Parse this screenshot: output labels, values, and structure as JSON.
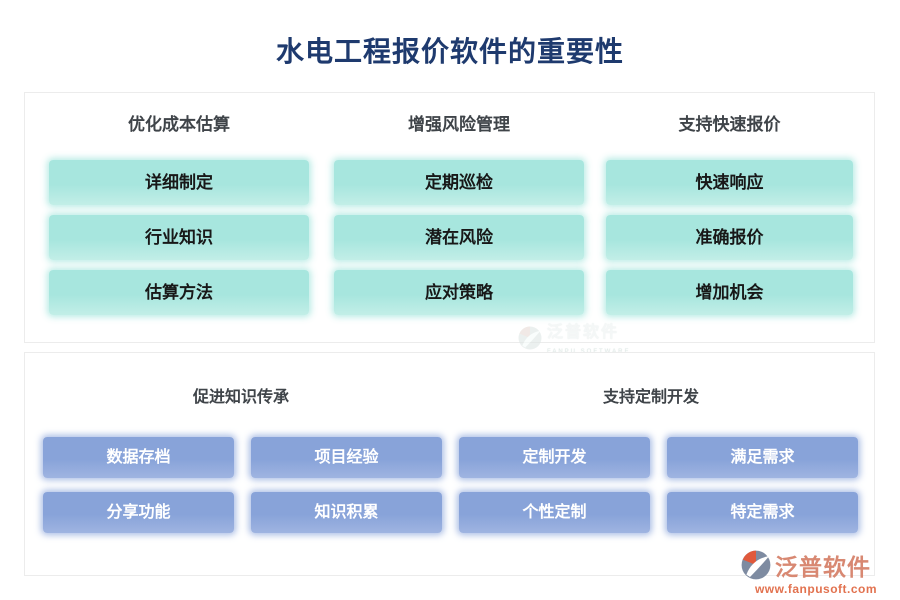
{
  "title": "水电工程报价软件的重要性",
  "colors": {
    "title": "#1e3a6e",
    "section_header": "#3f4449",
    "teal_button": "#ace8e0",
    "blue_button": "#8fa9dc",
    "panel_border": "#ececec",
    "brand_accent": "#e2724f",
    "brand_gray": "#7e8ba1"
  },
  "top_section": {
    "columns": [
      {
        "header": "优化成本估算",
        "items": [
          "详细制定",
          "行业知识",
          "估算方法"
        ]
      },
      {
        "header": "增强风险管理",
        "items": [
          "定期巡检",
          "潜在风险",
          "应对策略"
        ]
      },
      {
        "header": "支持快速报价",
        "items": [
          "快速响应",
          "准确报价",
          "增加机会"
        ]
      }
    ]
  },
  "bottom_section": {
    "groups": [
      {
        "header": "促进知识传承",
        "items": [
          "数据存档",
          "项目经验",
          "分享功能",
          "知识积累"
        ]
      },
      {
        "header": "支持定制开发",
        "items": [
          "定制开发",
          "满足需求",
          "个性定制",
          "特定需求"
        ]
      }
    ]
  },
  "watermark_center": {
    "brand": "泛普软件",
    "subtitle": "FANPU SOFTWARE"
  },
  "footer_brand": {
    "brand": "泛普软件",
    "url": "www.fanpusoft.com"
  }
}
